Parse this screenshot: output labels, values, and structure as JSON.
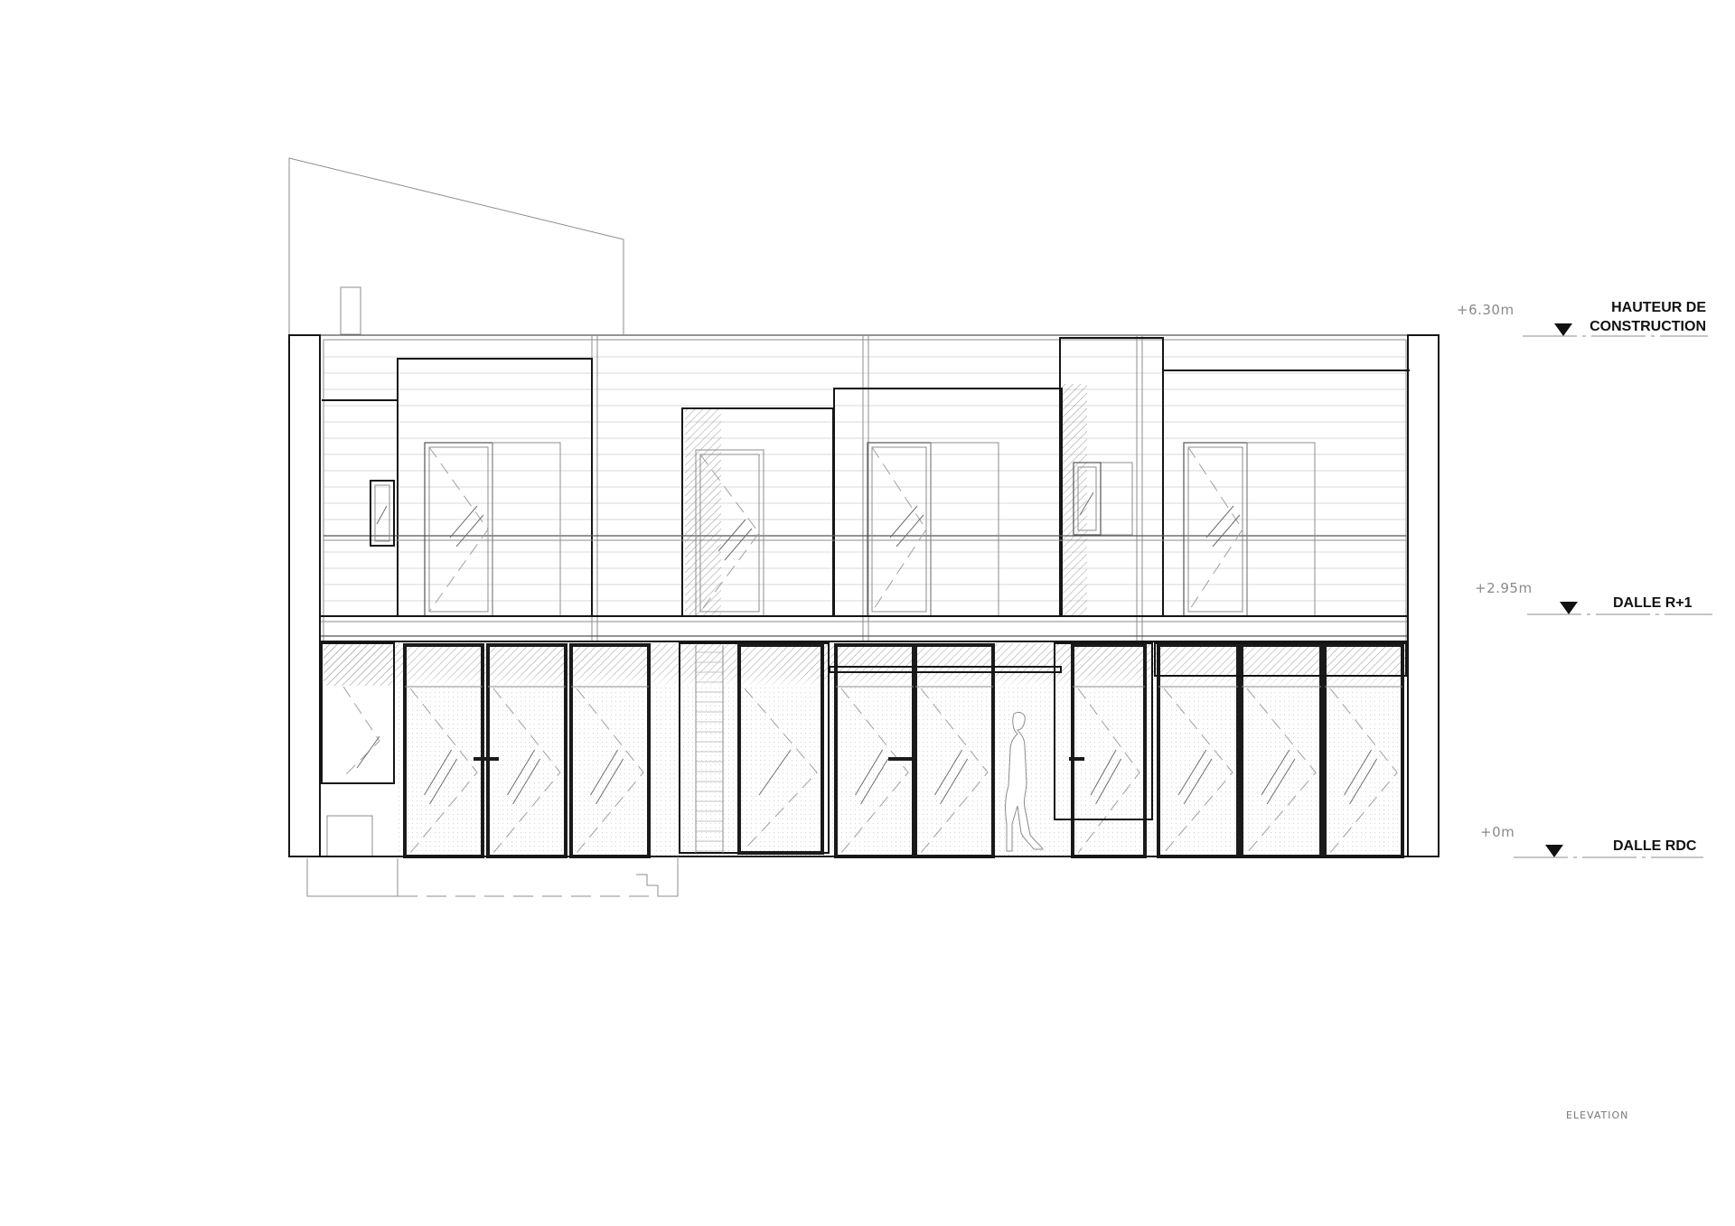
{
  "levels": [
    {
      "id": "roof",
      "value": "+6.30m",
      "name_line1": "HAUTEUR DE",
      "name_line2": "CONSTRUCTION"
    },
    {
      "id": "first",
      "value": "+2.95m",
      "name_line1": "DALLE R+1",
      "name_line2": ""
    },
    {
      "id": "ground",
      "value": "+0m",
      "name_line1": "DALLE RDC",
      "name_line2": ""
    }
  ],
  "caption": "ELEVATION"
}
